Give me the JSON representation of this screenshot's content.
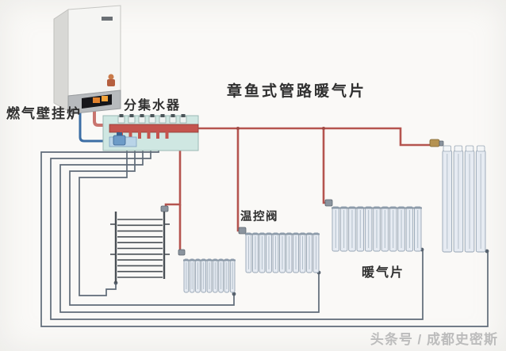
{
  "title": "章鱼式管路暖气片",
  "labels": {
    "boiler": "燃气壁挂炉",
    "manifold": "分集水器",
    "thermostatic_valve": "温控阀",
    "radiator": "暖气片"
  },
  "watermark": "头条号 / 成都史密斯",
  "colors": {
    "supply_pipe": "#b5544f",
    "return_pipe": "#5f6b78",
    "boiler_return_pipe": "#3c6ea5",
    "manifold_body": "#cfe7e2",
    "manifold_supply_bar": "#c4544e",
    "radiator_fill": "#e6ebf2",
    "radiator_outline": "#97a5b4",
    "background": "#faf9f7",
    "label_text": "#2f2f2f",
    "watermark_text": "#bcbcbc"
  }
}
